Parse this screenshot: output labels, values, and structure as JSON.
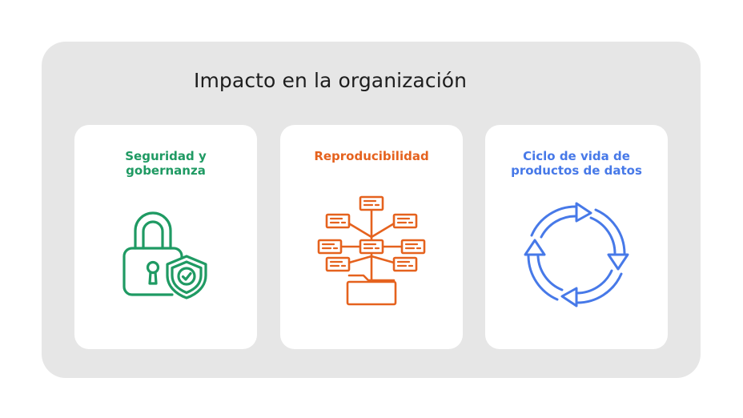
{
  "title": "Impacto en la organización",
  "cards": [
    {
      "label_lines": [
        "Seguridad y",
        "gobernanza"
      ],
      "icon": "padlock-with-shield-check-icon",
      "color": "#1f9a63"
    },
    {
      "label_lines": [
        "Reproducibilidad"
      ],
      "icon": "folder-tree-icon",
      "color": "#e5621e"
    },
    {
      "label_lines": [
        "Ciclo de vida de",
        "productos de datos"
      ],
      "icon": "cycle-arrows-icon",
      "color": "#4779e8"
    }
  ],
  "colors": {
    "panel_background": "#e6e6e6",
    "card_background": "#ffffff",
    "title_text": "#1e1e1e"
  }
}
